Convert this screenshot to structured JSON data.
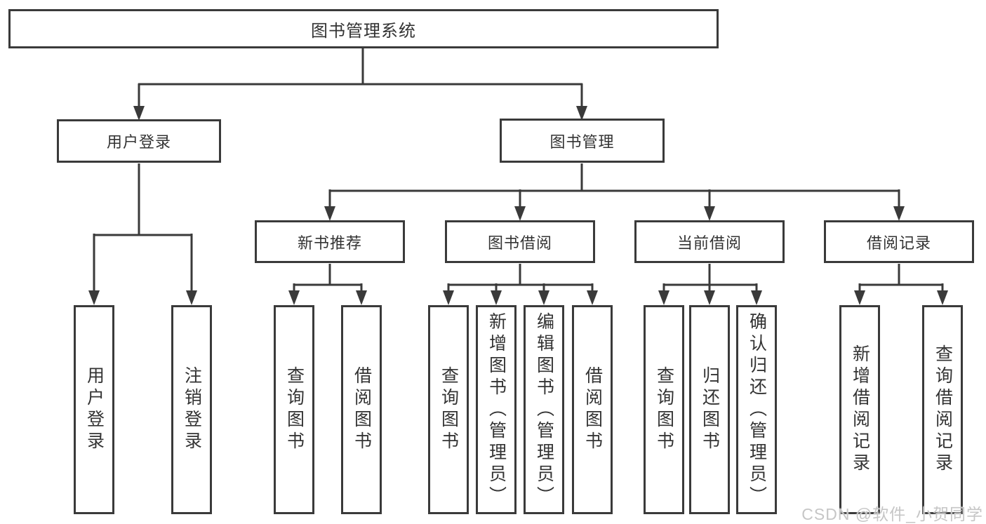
{
  "title": "图书管理系统",
  "level2": {
    "user_login": "用户登录",
    "book_mgmt": "图书管理"
  },
  "level3": {
    "new_book_rec": "新书推荐",
    "book_borrow": "图书借阅",
    "current_borrow": "当前借阅",
    "borrow_records": "借阅记录"
  },
  "leaves": {
    "user_login": [
      "用户登录",
      "注销登录"
    ],
    "new_book_rec": [
      "查询图书",
      "借阅图书"
    ],
    "book_borrow": [
      "查询图书",
      "新增图书（管理员）",
      "编辑图书（管理员）",
      "借阅图书"
    ],
    "current_borrow": [
      "查询图书",
      "归还图书",
      "确认归还（管理员）"
    ],
    "borrow_records": [
      "新增借阅记录",
      "查询借阅记录"
    ]
  },
  "watermark": "CSDN @软件_小贺同学",
  "colors": {
    "line": "#3a3a3a",
    "text": "#333333",
    "watermark": "#c6c6c6"
  }
}
